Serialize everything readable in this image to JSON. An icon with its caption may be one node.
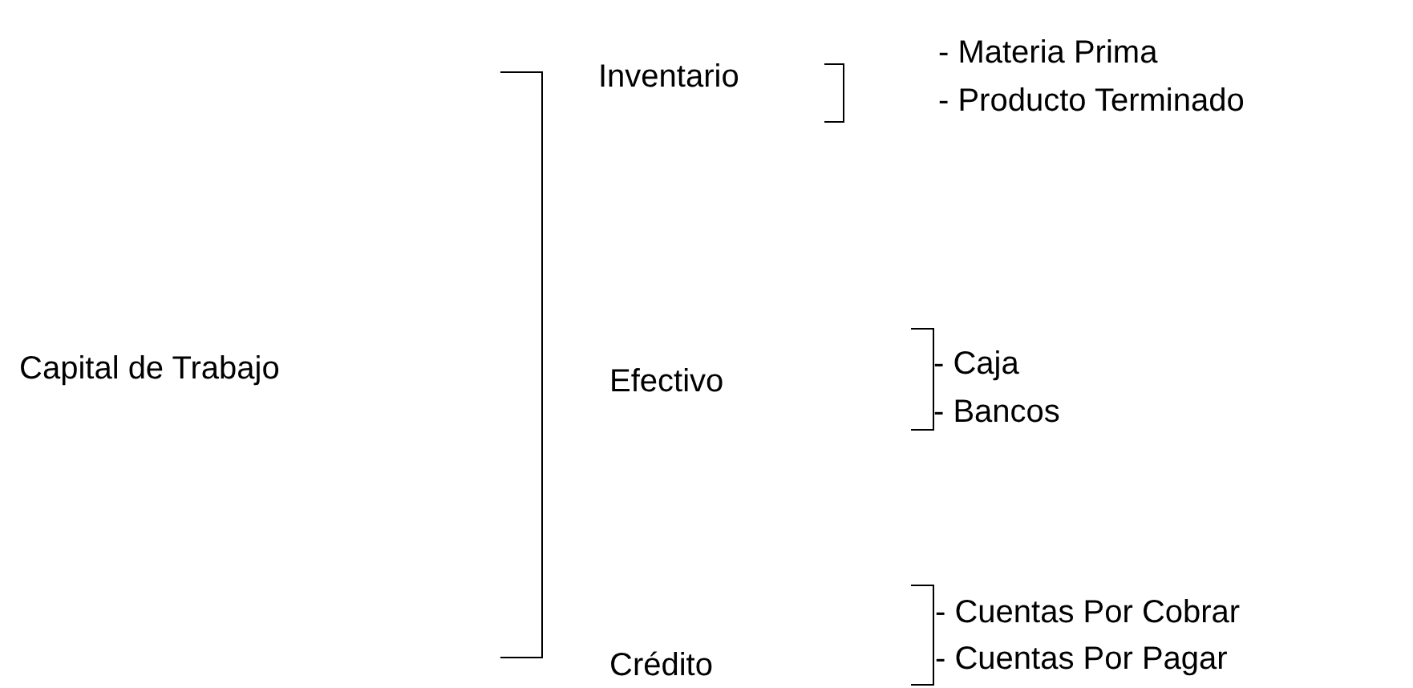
{
  "diagram": {
    "labels": [
      "Capital de Trabajo",
      "Inventario",
      "- Materia Prima",
      "- Producto Terminado",
      "Efectivo",
      "- Caja",
      "- Bancos",
      "Crédito",
      "- Cuentas Por Cobrar",
      "- Cuentas Por Pagar"
    ]
  }
}
